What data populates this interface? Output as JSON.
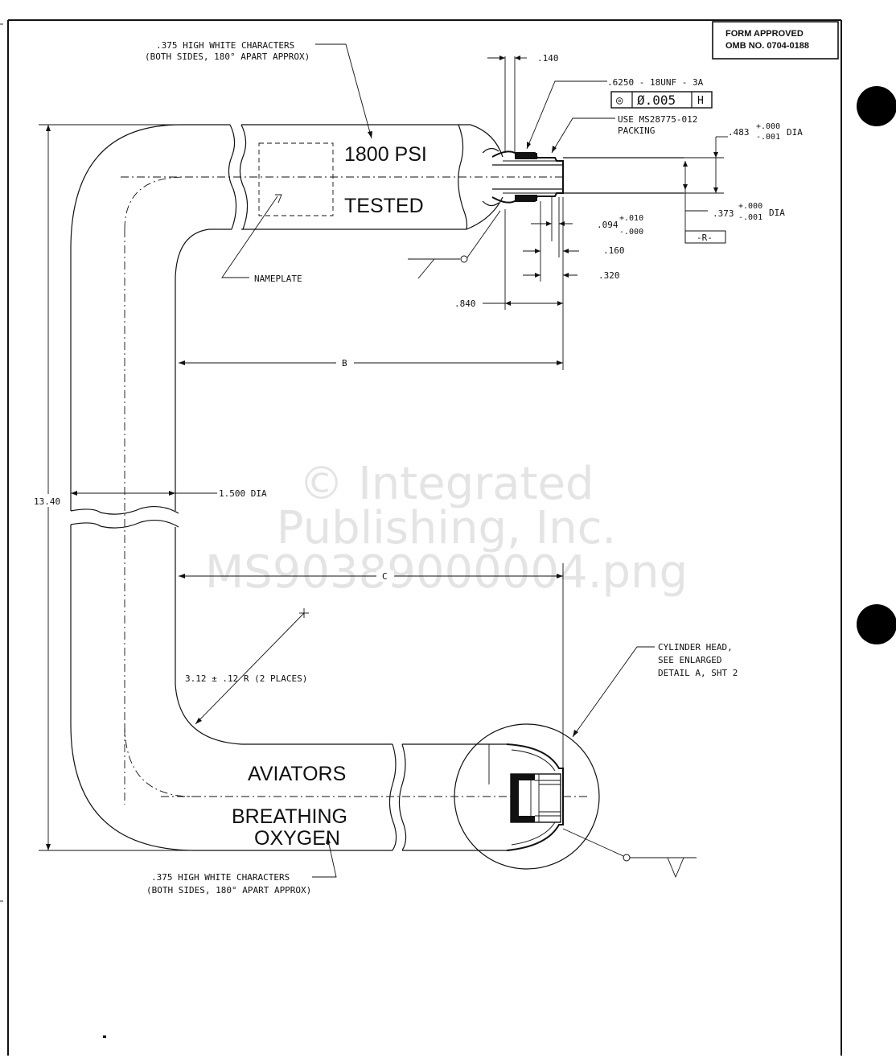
{
  "form_box": {
    "line1": "FORM APPROVED",
    "line2": "OMB NO. 0704-0188"
  },
  "watermark": {
    "line1": "© Integrated",
    "line2": "Publishing, Inc.",
    "line3": "MS90389000004.png"
  },
  "callouts": {
    "top_chars_1": ".375 HIGH WHITE CHARACTERS",
    "top_chars_2": "(BOTH SIDES, 180° APART APPROX)",
    "bottom_chars_1": ".375 HIGH WHITE CHARACTERS",
    "bottom_chars_2": "(BOTH SIDES, 180° APART APPROX)",
    "nameplate": "NAMEPLATE",
    "packing_1": "USE MS28775-012",
    "packing_2": "PACKING",
    "thread": ".6250 - 18UNF - 3A",
    "cyl_head_1": "CYLINDER HEAD,",
    "cyl_head_2": "SEE ENLARGED",
    "cyl_head_3": "DETAIL A, SHT 2"
  },
  "feature_control": {
    "symbol": "◎",
    "tolerance": "Ø.005",
    "datum": "H"
  },
  "datum_r": "-R-",
  "dimensions": {
    "d140": ".140",
    "d483": ".483",
    "d483_tol_plus": "+.000",
    "d483_tol_minus": "-.001",
    "d483_suffix": "DIA",
    "d373": ".373",
    "d373_tol_plus": "+.000",
    "d373_tol_minus": "-.001",
    "d373_suffix": "DIA",
    "d094": ".094",
    "d094_tol_plus": "+.010",
    "d094_tol_minus": "-.000",
    "d160": ".160",
    "d320": ".320",
    "d840": ".840",
    "dim_b": "B",
    "dim_c": "C",
    "dia": "1.500 DIA",
    "height": "13.40",
    "radius": "3.12 ± .12 R (2 PLACES)"
  },
  "cylinder_text": {
    "psi": "1800 PSI",
    "tested": "TESTED",
    "aviators": "AVIATORS",
    "breathing": "BREATHING",
    "oxygen": "OXYGEN"
  }
}
